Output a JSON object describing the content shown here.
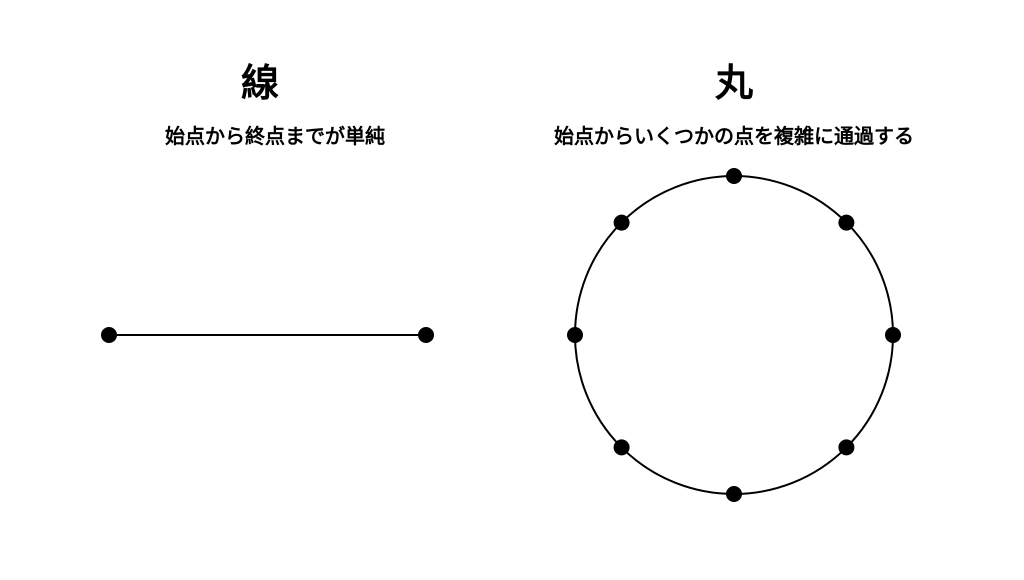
{
  "panels": {
    "line": {
      "title": "線",
      "description": "始点から終点までが単純"
    },
    "circle": {
      "title": "丸",
      "description": "始点からいくつかの点を複雑に通過する"
    }
  },
  "circle_point_count": 8,
  "colors": {
    "ink": "#000000",
    "background": "#ffffff"
  }
}
